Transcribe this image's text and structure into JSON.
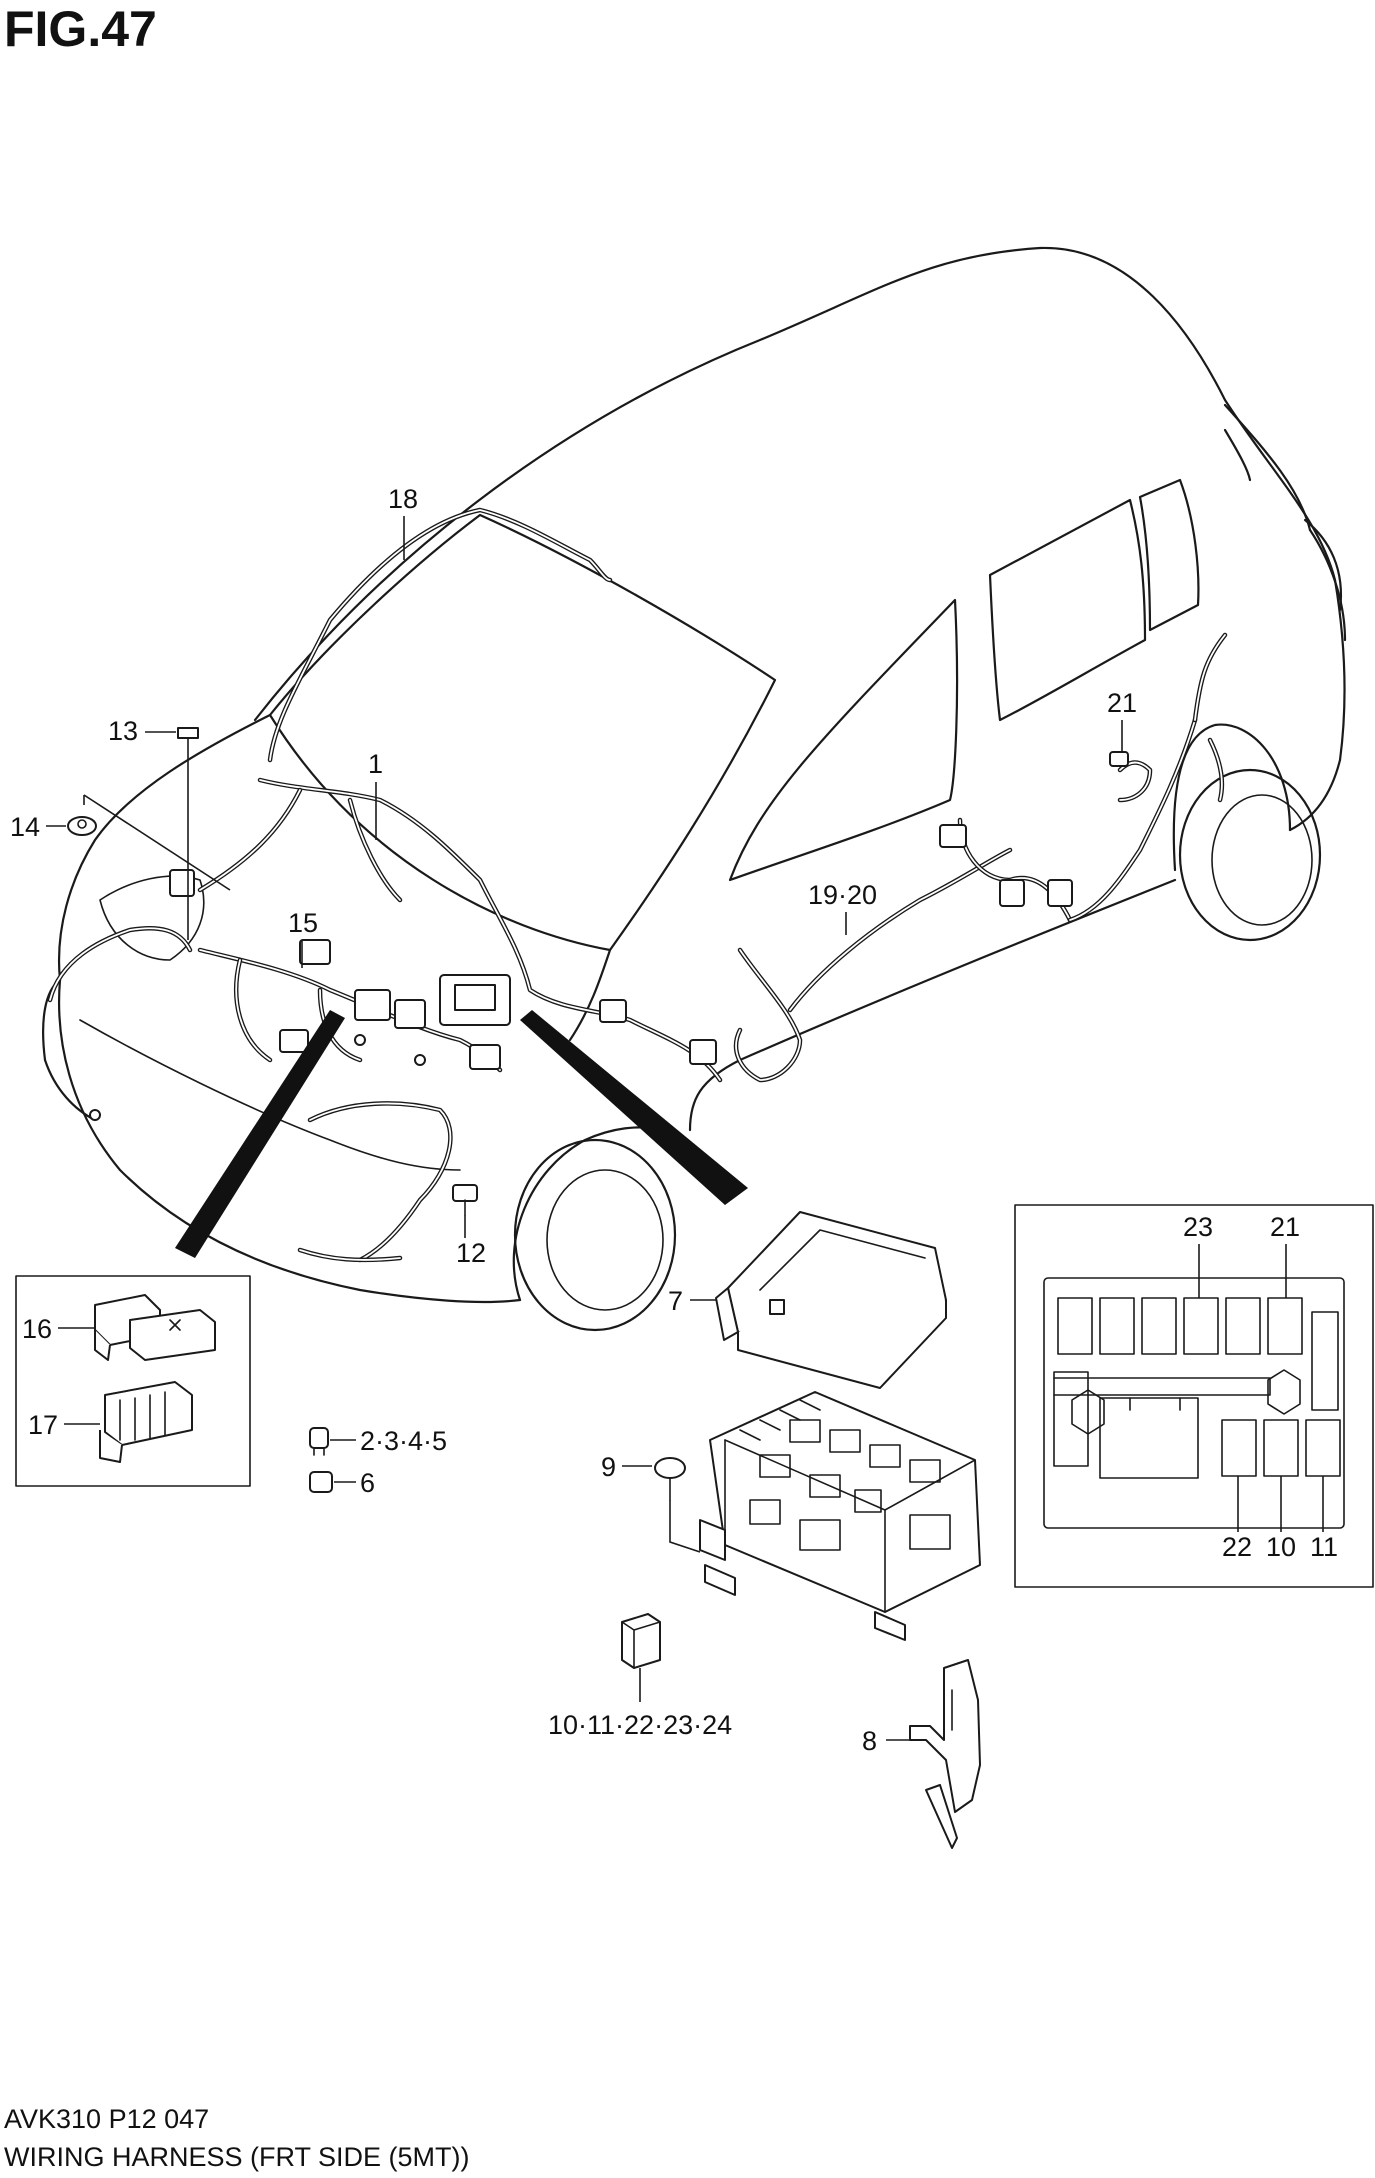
{
  "figure": {
    "title": "FIG.47"
  },
  "callouts": {
    "c1": "1",
    "c2_5": "2·3·4·5",
    "c6": "6",
    "c7": "7",
    "c8": "8",
    "c9": "9",
    "c10_24": "10·11·22·23·24",
    "c12": "12",
    "c13": "13",
    "c14": "14",
    "c15": "15",
    "c16": "16",
    "c17": "17",
    "c18": "18",
    "c19_20": "19·20",
    "c21": "21"
  },
  "fuse_layout": {
    "c23": "23",
    "c21": "21",
    "c22": "22",
    "c10": "10",
    "c11": "11"
  },
  "footer": {
    "code": "AVK310 P12 047",
    "caption": "WIRING HARNESS (FRT SIDE (5MT))"
  }
}
